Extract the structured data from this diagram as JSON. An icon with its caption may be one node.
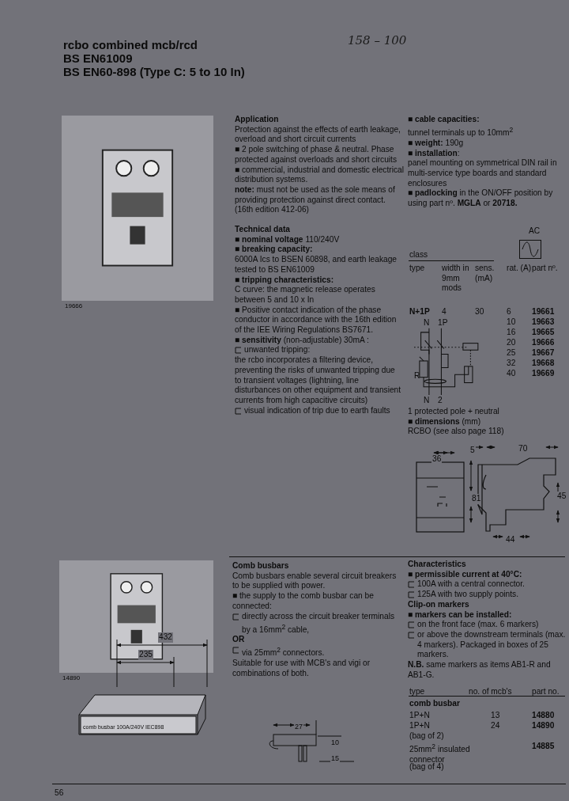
{
  "diagram": {
    "title": "rcbo combined mcb/rcd",
    "nodes": [
      {
        "text": [],
        "shape": "picture",
        "beside": [
          "19666"
        ]
      },
      {
        "text": [],
        "shape": "picture",
        "beside": [
          "14890"
        ]
      }
    ],
    "edges": [],
    "labels": [
      "BS EN61009",
      "BS EN60-898 (Type C: 5 to 10 In)",
      "158 – 100",
      "Application",
      "Protection against the effects of earth leakage, overload and short circuit currents",
      "■ 2 pole switching of phase & neutral. Phase protected against overloads and short circuits",
      "■ commercial, industrial and domestic electrical distribution systems.",
      "**note:** must not be used as the sole means of providing protection against direct contact.",
      "(16th edition 412-06)",
      "Technical data",
      "■ **nominal voltage** 110/240V",
      "■ **breaking capacity:**",
      "6000A Ics to BSEN 60898, and earth leakage tested to BS EN61009",
      "■ **tripping characteristics:**",
      "C curve: the magnetic release operates between 5 and 10 x In",
      "■ Positive contact indication of the phase conductor in accordance with the 16th edition of the IEE Wiring Regulations BS7671.",
      "■ **sensitivity** (non-adjustable) 30mA :",
      "unwanted tripping:",
      "the rcbo incorporates a filtering device, preventing the risks of unwanted tripping due to transient voltages (lightning, line disturbances on other equipment and transient currents from high capacitive circuits)",
      "visual indication of trip due to earth faults",
      "■ **cable capacities:**",
      "tunnel terminals up to 10mm$^{2}$",
      "■ **weight:** 190g",
      "■ **installation**:",
      "panel mounting on symmetrical DIN rail in multi-service type boards and standard enclosures",
      "■ **padlocking** in the ON/OFF position by using part nº. **MGLA** or **20718.**",
      "AC",
      "class",
      "type",
      "width in 9mm mods",
      "sens. (mA)",
      "rat. (A)",
      "part nº.",
      "N+1P",
      "4",
      "30",
      "6",
      "19661",
      "10",
      "19663",
      "16",
      "19665",
      "20",
      "19666",
      "25",
      "19667",
      "32",
      "19668",
      "40",
      "19669",
      "N",
      "1P",
      "R",
      "N",
      "2",
      "1 protected pole + neutral",
      "■ **dimensions** (mm)",
      "RCBO (see also page 118)",
      "36",
      "5",
      "70",
      "81",
      "45",
      "44",
      "Comb busbars",
      "Comb busbars enable several circuit breakers to be supplied with power.",
      "■ the supply to the comb busbar can be connected:",
      "directly across the circuit breaker terminals by a 16mm$^{2}$ cable,",
      "OR",
      "via 25mm$^{2}$ connectors.",
      "Suitable for use with MCB's and vigi or combinations of both.",
      "432",
      "235",
      "comb busbar 100A/240V IEC898",
      "27",
      "10",
      "15",
      "Characteristics",
      "■ **permissible current at 40°C:**",
      "100A with a central connector.",
      "125A with two supply points.",
      "Clip-on markers",
      "■ **markers can be installed:**",
      "on the front face (max. 6 markers)",
      "or above the downstream terminals (max. 4 markers). Packaged in boxes of 25 markers.",
      "**N.B.** same markers as items AB1-R and AB1-G.",
      "type",
      "no. of mcb's",
      "part no.",
      "comb busbar",
      "1P+N",
      "13",
      "14880",
      "1P+N",
      "24",
      "14890",
      "(bag of 2)",
      "25mm$^{2}$ insulated connector",
      "14885",
      "(bag of 4)",
      "56"
    ]
  }
}
